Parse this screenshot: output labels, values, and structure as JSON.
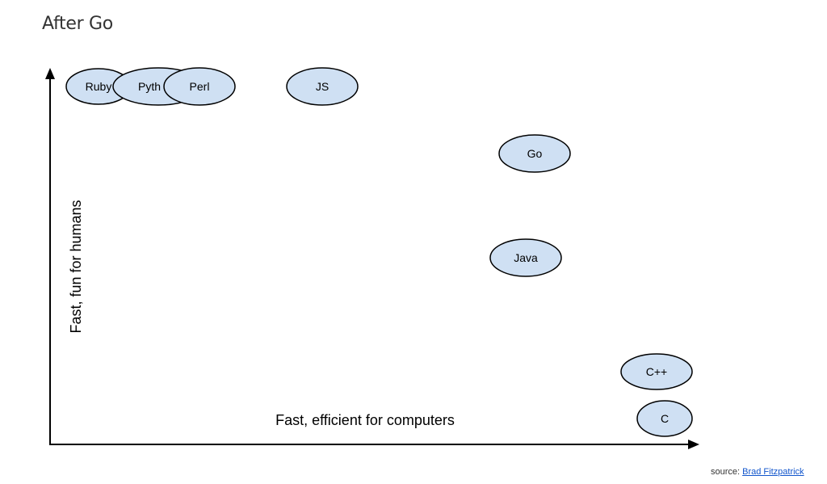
{
  "page": {
    "title": "After Go"
  },
  "diagram": {
    "x_axis_label": "Fast, efficient for computers",
    "y_axis_label": "Fast, fun for humans",
    "bubble_fill": "#cfe0f3",
    "bubble_stroke": "#000000",
    "axis_color": "#000000",
    "bubbles": [
      {
        "id": "ruby",
        "label": "Ruby"
      },
      {
        "id": "python",
        "label": "Pyth"
      },
      {
        "id": "perl",
        "label": "Perl"
      },
      {
        "id": "js",
        "label": "JS"
      },
      {
        "id": "go",
        "label": "Go"
      },
      {
        "id": "java",
        "label": "Java"
      },
      {
        "id": "cpp",
        "label": "C++"
      },
      {
        "id": "c",
        "label": "C"
      }
    ]
  },
  "source": {
    "prefix": "source: ",
    "link_text": "Brad Fitzpatrick",
    "link_color": "#1155cc"
  }
}
